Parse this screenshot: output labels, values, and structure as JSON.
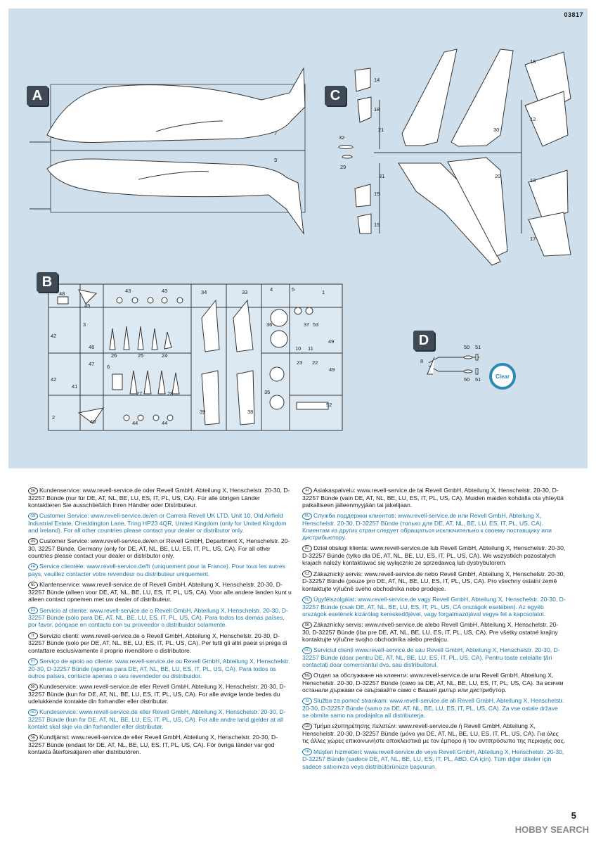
{
  "article_number": "03817",
  "badges": {
    "a": "A",
    "b": "B",
    "c": "C",
    "d": "D"
  },
  "clear_label": "Clear",
  "sprue_a_parts": [
    "7",
    "9"
  ],
  "sprue_c_parts": [
    "14",
    "18",
    "32",
    "29",
    "19",
    "15",
    "21",
    "30",
    "31",
    "20",
    "16",
    "12",
    "13",
    "17"
  ],
  "sprue_b_parts": [
    "48",
    "45",
    "43",
    "43",
    "34",
    "33",
    "4",
    "5",
    "1",
    "42",
    "3",
    "46",
    "26",
    "25",
    "24",
    "36",
    "37",
    "53",
    "10",
    "11",
    "49",
    "47",
    "42",
    "41",
    "6",
    "27",
    "28",
    "35",
    "23",
    "22",
    "49",
    "2",
    "40",
    "44",
    "44",
    "39",
    "38",
    "52"
  ],
  "sprue_d_parts": [
    "8",
    "50",
    "51",
    "50",
    "51"
  ],
  "service_left": [
    {
      "code": "DE",
      "text": "Kundenservice: www.revell-service.de oder Revell GmbH, Abteilung X, Henschelstr. 20-30, D-32257 Bünde (nur für DE, AT, NL, BE, LU, ES, IT, PL, US, CA). Für alle übrigen Länder kontaktieren Sie ausschließlich Ihren Händler oder Distributeur.",
      "alt": false
    },
    {
      "code": "GB",
      "text": "Customer Service: www.revell-service.de/en or Carrera Revell UK LTD, Unit 10, Old Airfield Industrial Estate, Cheddington Lane, Tring HP23 4QR, United Kingdom (only for United Kingdom and Ireland). For all other countries please contact your dealer or distributor only.",
      "alt": true
    },
    {
      "code": "US",
      "text": "Customer Service: www.revell-service.de/en or Revell GmbH, Department X, Henschelstr. 20-30, 32257 Bünde, Germany (only for DE, AT, NL, BE, LU, ES, IT, PL, US, CA). For all other countries please contact your dealer or distributor only.",
      "alt": false
    },
    {
      "code": "FR",
      "text": "Service clientèle: www.revell-service.de/fr (uniquement pour la France). Pour tous les autres pays, veuillez contacter votre revendeur ou distributeur uniquement.",
      "alt": true
    },
    {
      "code": "NL",
      "text": "Klantenservice: www.revell-service.de of Revell GmbH, Abteilung X, Henschelstr. 20-30, D-32257 Bünde (alleen voor DE, AT, NL, BE, LU, ES, IT, PL, US, CA). Voor alle andere landen kunt u alleen contact opnemen met uw dealer of distributeur.",
      "alt": false
    },
    {
      "code": "ES",
      "text": "Servicio al cliente: www.revell-service.de o Revell GmbH, Abteilung X, Henschelstr. 20-30, D-32257 Bünde (sólo para DE, AT, NL, BE, LU, ES, IT, PL, US, CA). Para todos los demás países, por favor, póngase en contacto con su proveedor o distribuidor solamente.",
      "alt": true
    },
    {
      "code": "IT",
      "text": "Servizio clienti: www.revell-service.de o Revell GmbH, Abteilung X, Henschelstr. 20-30, D-32257 Bünde (solo per DE, AT, NL, BE, LU, ES, IT, PL, US, CA). Per tutti gli altri paesi si prega di contattare esclusivamente il proprio rivenditore o distributore.",
      "alt": false
    },
    {
      "code": "PT",
      "text": "Serviço de apoio ao cliente: www.revell-service.de ou Revell GmbH, Abteilung X, Henschelstr. 20-30, D-32257 Bünde (apenas para DE, AT, NL, BE, LU, ES, IT, PL, US, CA). Para todos os outros países, contacte apenas o seu revendedor ou distribuidor.",
      "alt": true
    },
    {
      "code": "DK",
      "text": "Kundeservice: www.revell-service.de eller Revell GmbH, Abteilung X, Henschelstr. 20-30, D-32257 Bünde (kun for DE, AT, NL, BE, LU, ES, IT, PL, US, CA). For alle øvrige lande bedes du udelukkende kontakte din forhandler eller distributør.",
      "alt": false
    },
    {
      "code": "NO",
      "text": "Kundeservice: www.revell-service.de eller Revell GmbH, Abteilung X, Henschelstr. 20-30, D-32257 Bünde (kun for DE, AT, NL, BE, LU, ES, IT, PL, US, CA). For alle andre land gjelder at all kontakt skal skje via din forhandler eller distributør.",
      "alt": true
    },
    {
      "code": "SE",
      "text": "Kundtjänst: www.revell-service.de eller Revell GmbH, Abteilung X, Henschelstr. 20-30, D-32257 Bünde (endast för DE, AT, NL, BE, LU, ES, IT, PL, US, CA). För övriga länder var god kontakta återförsäljaren eller distributören.",
      "alt": false
    }
  ],
  "service_right": [
    {
      "code": "FI",
      "text": "Asiakaspalvelu: www.revell-service.de tai Revell GmbH, Abteilung X, Henschelstr. 20-30, D-32257 Bünde (vain DE, AT, NL, BE, LU, ES, IT, PL, US, CA). Muiden maiden kohdalla ota yhteyttä paikalliseen jälleenmyyjään tai jakelijaan.",
      "alt": false
    },
    {
      "code": "RU",
      "text": "Служба поддержки клиентов: www.revell-service.de или Revell GmbH, Abteilung X, Henschelstr. 20-30, D-32257 Bünde (только для DE, AT, NL, BE, LU, ES, IT, PL, US, CA). Клиентам из других стран следует обращаться исключительно к своему поставщику или дистрибьютору.",
      "alt": true
    },
    {
      "code": "PL",
      "text": "Dział obsługi klienta: www.revell-service.de lub Revell GmbH, Abteilung X, Henschelstr. 20-30, D-32257 Bünde (tylko dla DE, AT, NL, BE, LU, ES, IT, PL, US, CA). We wszystkich pozostałych krajach należy kontaktować się wyłącznie ze sprzedawcą lub dystrybutorem.",
      "alt": false
    },
    {
      "code": "CZ",
      "text": "Zákaznický servis: www.revell-service.de nebo Revell GmbH, Abteilung X, Henschelstr. 20-30, D-32257 Bünde (pouze pro DE, AT, NL, BE, LU, ES, IT, PL, US, CA). Pro všechny ostatní země kontaktujte výlučně svého obchodníka nebo prodejce.",
      "alt": false
    },
    {
      "code": "HU",
      "text": "Ügyfélszolgálat: www.revell-service.de vagy Revell GmbH, Abteilung X, Henschelstr. 20-30, D-32257 Bünde (csak DE, AT, NL, BE, LU, ES, IT, PL, US, CA országok esetében). Az egyéb országok esetének kizárólag kereskedőjével, vagy forgalmazójával vegye fel a kapcsolatot.",
      "alt": true
    },
    {
      "code": "SK",
      "text": "Zákaznícky servis: www.revell-service.de alebo Revell GmbH, Abteilung X, Henschelstr. 20-30, D-32257 Bünde (iba pre DE, AT, NL, BE, LU, ES, IT, PL, US, CA). Pre všetky ostatné krajiny kontaktujte výlučne svojho obchodníka alebo predajcu.",
      "alt": false
    },
    {
      "code": "RO",
      "text": "Serviciul clienți www.revell-service.de sau Revell GmbH, Abteilung X, Henschelstr. 20-30, D-32257 Bünde (doar pentru DE, AT, NL, BE, LU, ES, IT, PL, US, CA). Pentru toate celelalte țări contactați doar comerciantul dvs. sau distribuitorul.",
      "alt": true
    },
    {
      "code": "BG",
      "text": "Отдел за обслужване на клиенти: www.revell-service.de или Revell GmbH, Abteilung X, Henschelstr. 20-30, D-32257 Bünde (само за DE, AT, NL, BE, LU, ES, IT, PL, US, CA). За всички останали държави се свързвайте само с Вашия дилър или дистрибутор.",
      "alt": false
    },
    {
      "code": "SI",
      "text": "Služba za pomoč strankam: www.revell-service.de ali Revell GmbH, Abteilung X, Henschelstr. 20-30, D-32257 Bünde (samo za DE, AT, NL, BE, LU, ES, IT, PL, US, CA). Za vse ostale države se obrnite samo na prodajalca ali distributerja.",
      "alt": true
    },
    {
      "code": "GR",
      "text": "Τμήμα εξυπηρέτησης πελατών: www.revell-service.de ή Revell GmbH, Abteilung X, Henschelstr. 20-30, D-32257 Bünde (μόνο για DE, AT, NL, BE, LU, ES, IT, PL, US, CA). Για όλες τις άλλες χώρες επικοινωνήστε αποκλειστικά με τον έμπορο ή τον αντιπρόσωπο της περιοχής σας.",
      "alt": false
    },
    {
      "code": "TR",
      "text": "Müşteri hizmetleri: www.revell-service.de veya Revell GmbH, Abteilung X, Henschelstr. 20-30, D-32257 Bünde (sadece DE, AT, NL, BE, LU, ES, IT, PL, ABD, CA için). Tüm diğer ülkeler için sadece satıcınıza veya distribütörünüze başvurun.",
      "alt": true
    }
  ],
  "page_number": "5",
  "watermark": "HOBBY SEARCH"
}
